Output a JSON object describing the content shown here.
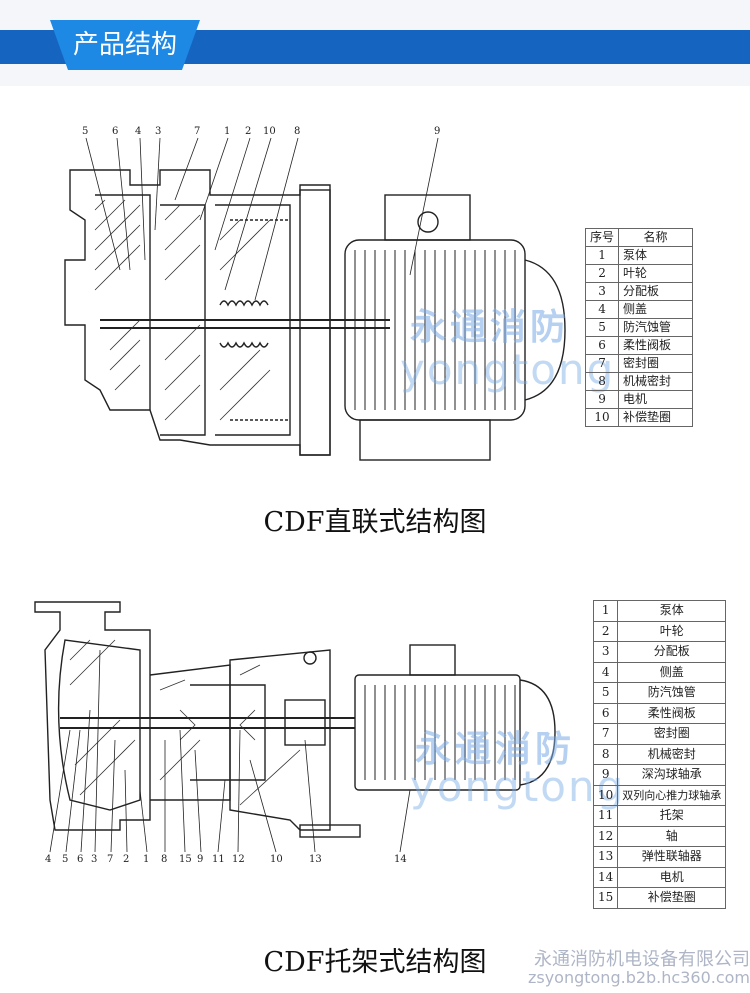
{
  "header": {
    "title": "产品结构"
  },
  "diagram1": {
    "caption": "CDF直联式结构图",
    "callouts": [
      "5",
      "6",
      "4",
      "3",
      "7",
      "1",
      "2",
      "10",
      "8",
      "9"
    ],
    "table_header": [
      "序号",
      "名称"
    ],
    "parts": [
      {
        "no": "1",
        "name": "泵体"
      },
      {
        "no": "2",
        "name": "叶轮"
      },
      {
        "no": "3",
        "name": "分配板"
      },
      {
        "no": "4",
        "name": "侧盖"
      },
      {
        "no": "5",
        "name": "防汽蚀管"
      },
      {
        "no": "6",
        "name": "柔性阀板"
      },
      {
        "no": "7",
        "name": "密封圈"
      },
      {
        "no": "8",
        "name": "机械密封"
      },
      {
        "no": "9",
        "name": "电机"
      },
      {
        "no": "10",
        "name": "补偿垫圈"
      }
    ]
  },
  "diagram2": {
    "caption": "CDF托架式结构图",
    "callouts": [
      "4",
      "5",
      "6",
      "3",
      "7",
      "2",
      "1",
      "8",
      "15",
      "9",
      "11",
      "12",
      "10",
      "13",
      "14"
    ],
    "parts": [
      {
        "no": "1",
        "name": "泵体"
      },
      {
        "no": "2",
        "name": "叶轮"
      },
      {
        "no": "3",
        "name": "分配板"
      },
      {
        "no": "4",
        "name": "侧盖"
      },
      {
        "no": "5",
        "name": "防汽蚀管"
      },
      {
        "no": "6",
        "name": "柔性阀板"
      },
      {
        "no": "7",
        "name": "密封圈"
      },
      {
        "no": "8",
        "name": "机械密封"
      },
      {
        "no": "9",
        "name": "深沟球轴承"
      },
      {
        "no": "10",
        "name": "双列向心推力球轴承"
      },
      {
        "no": "11",
        "name": "托架"
      },
      {
        "no": "12",
        "name": "轴"
      },
      {
        "no": "13",
        "name": "弹性联轴器"
      },
      {
        "no": "14",
        "name": "电机"
      },
      {
        "no": "15",
        "name": "补偿垫圈"
      }
    ]
  },
  "watermark": {
    "cn": "永通消防",
    "en": "yongtong"
  },
  "footer": {
    "company": "永通消防机电设备有限公司",
    "url": "zsyongtong.b2b.hc360.com"
  }
}
